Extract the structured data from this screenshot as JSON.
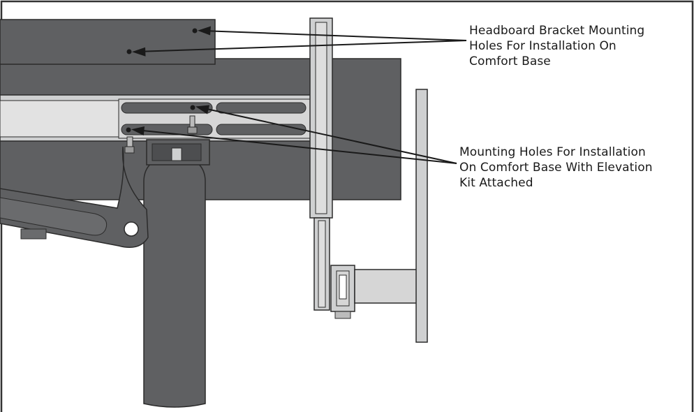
{
  "callouts": {
    "headboard": {
      "lines": [
        "Headboard Bracket Mounting",
        "Holes For Installation On",
        "Comfort Base"
      ]
    },
    "elevation": {
      "lines": [
        "Mounting Holes For Installation",
        "On Comfort Base With Elevation",
        "Kit Attached"
      ]
    }
  },
  "colors": {
    "frame_dark": "#5f6062",
    "rail_light": "#d9d9d9",
    "outline": "#2b2b2b",
    "text": "#1a1a1a",
    "background": "#ffffff"
  }
}
